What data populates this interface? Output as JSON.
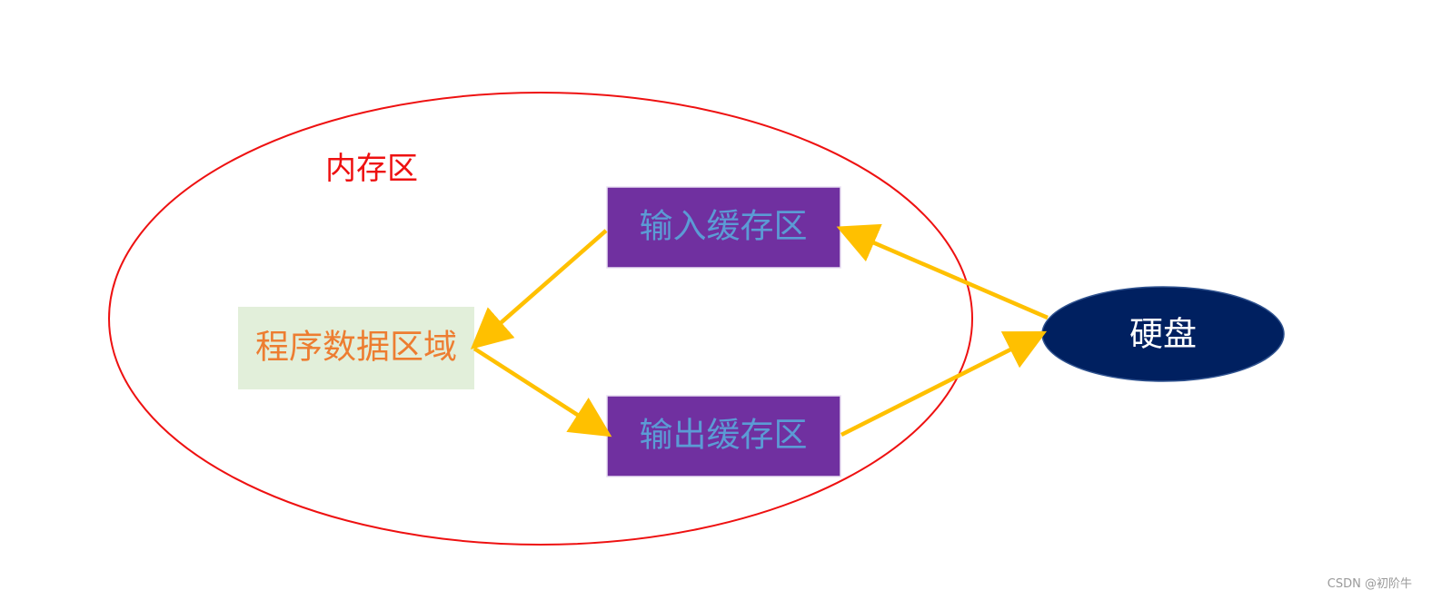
{
  "memory_region": {
    "label": "内存区",
    "outline_color": "#ee1111",
    "label_color": "#ee1111"
  },
  "program_data": {
    "label": "程序数据区域",
    "fill": "#e2efda",
    "text_color": "#ed7d31"
  },
  "input_buffer": {
    "label": "输入缓存区",
    "fill": "#7030a0",
    "text_color": "#5b9bd5"
  },
  "output_buffer": {
    "label": "输出缓存区",
    "fill": "#7030a0",
    "text_color": "#5b9bd5"
  },
  "disk": {
    "label": "硬盘",
    "fill": "#002060",
    "text_color": "#ffffff"
  },
  "arrow_color": "#ffc000",
  "watermark": "CSDN @初阶牛"
}
